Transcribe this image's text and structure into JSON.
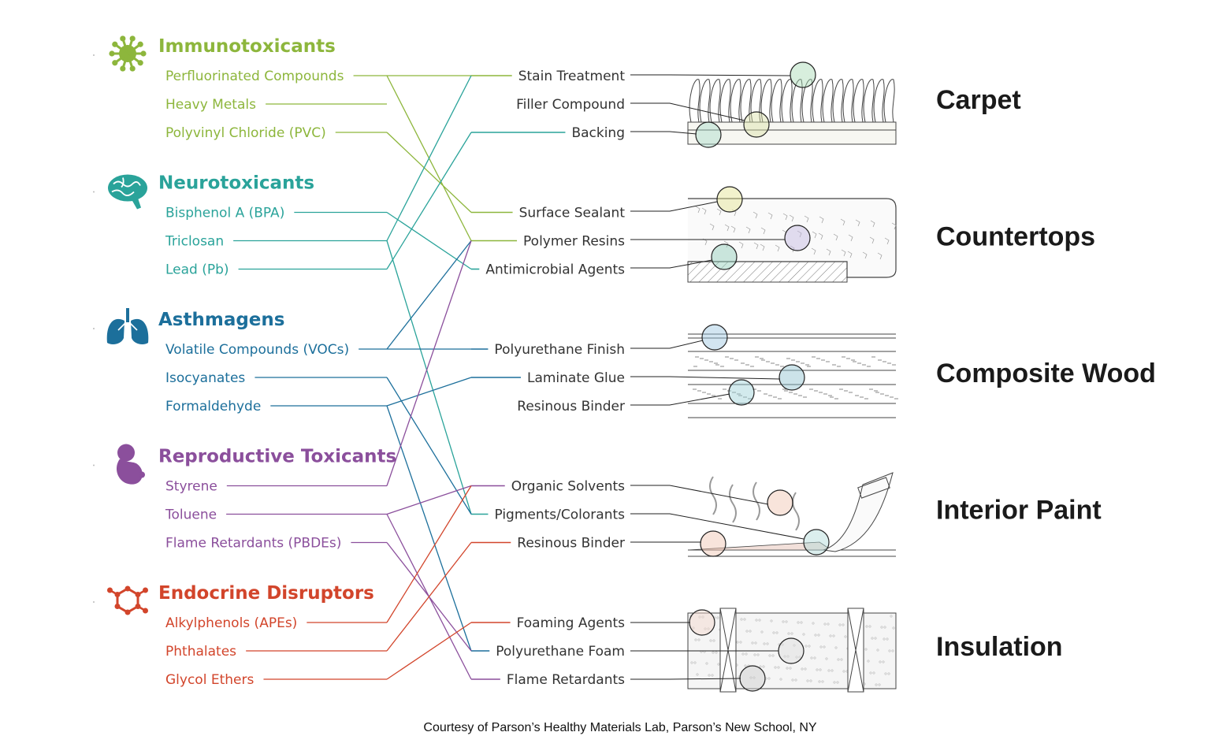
{
  "colors": {
    "immunotoxicants": "#8db63c",
    "neurotoxicants": "#2aa39a",
    "asthmagens": "#1c6f9b",
    "reproductive": "#8b4f9c",
    "endocrine": "#d2452b"
  },
  "categories": [
    {
      "key": "immunotoxicants",
      "title": "Immunotoxicants",
      "icon": "virus-icon",
      "chemicals": [
        "Perfluorinated Compounds",
        "Heavy Metals",
        "Polyvinyl Chloride (PVC)"
      ]
    },
    {
      "key": "neurotoxicants",
      "title": "Neurotoxicants",
      "icon": "brain-icon",
      "chemicals": [
        "Bisphenol A (BPA)",
        "Triclosan",
        "Lead (Pb)"
      ]
    },
    {
      "key": "asthmagens",
      "title": "Asthmagens",
      "icon": "lungs-icon",
      "chemicals": [
        "Volatile Compounds (VOCs)",
        "Isocyanates",
        "Formaldehyde"
      ]
    },
    {
      "key": "reproductive",
      "title": "Reproductive Toxicants",
      "icon": "fetus-icon",
      "chemicals": [
        "Styrene",
        "Toluene",
        "Flame Retardants (PBDEs)"
      ]
    },
    {
      "key": "endocrine",
      "title": "Endocrine Disruptors",
      "icon": "molecule-icon",
      "chemicals": [
        "Alkylphenols (APEs)",
        "Phthalates",
        "Glycol Ethers"
      ]
    }
  ],
  "materials": [
    {
      "name": "Carpet",
      "components": [
        "Stain Treatment",
        "Filler Compound",
        "Backing"
      ]
    },
    {
      "name": "Countertops",
      "components": [
        "Surface Sealant",
        "Polymer Resins",
        "Antimicrobial Agents"
      ]
    },
    {
      "name": "Composite Wood",
      "components": [
        "Polyurethane Finish",
        "Laminate Glue",
        "Resinous Binder"
      ]
    },
    {
      "name": "Interior Paint",
      "components": [
        "Organic Solvents",
        "Pigments/Colorants",
        "Resinous Binder"
      ]
    },
    {
      "name": "Insulation",
      "components": [
        "Foaming Agents",
        "Polyurethane Foam",
        "Flame Retardants"
      ]
    }
  ],
  "connections": [
    {
      "from": "Perfluorinated Compounds",
      "to": "Stain Treatment"
    },
    {
      "from": "Perfluorinated Compounds",
      "to": "Polymer Resins"
    },
    {
      "from": "Polyvinyl Chloride (PVC)",
      "to": "Surface Sealant"
    },
    {
      "from": "Bisphenol A (BPA)",
      "to": "Antimicrobial Agents"
    },
    {
      "from": "Triclosan",
      "to": "Stain Treatment"
    },
    {
      "from": "Triclosan",
      "to": "Pigments/Colorants"
    },
    {
      "from": "Lead (Pb)",
      "to": "Backing"
    },
    {
      "from": "Volatile Compounds (VOCs)",
      "to": "Polymer Resins"
    },
    {
      "from": "Volatile Compounds (VOCs)",
      "to": "Polyurethane Finish"
    },
    {
      "from": "Isocyanates",
      "to": "Pigments/Colorants"
    },
    {
      "from": "Formaldehyde",
      "to": "Laminate Glue"
    },
    {
      "from": "Formaldehyde",
      "to": "Polyurethane Foam"
    },
    {
      "from": "Styrene",
      "to": "Polymer Resins"
    },
    {
      "from": "Toluene",
      "to": "Organic Solvents"
    },
    {
      "from": "Toluene",
      "to": "Flame Retardants"
    },
    {
      "from": "Flame Retardants (PBDEs)",
      "to": "Polyurethane Foam"
    },
    {
      "from": "Alkylphenols (APEs)",
      "to": "Organic Solvents"
    },
    {
      "from": "Phthalates",
      "to": "Resinous Binder"
    },
    {
      "from": "Glycol Ethers",
      "to": "Foaming Agents"
    }
  ],
  "credit": "Courtesy of Parson’s Healthy Materials Lab, Parson’s New School, NY"
}
